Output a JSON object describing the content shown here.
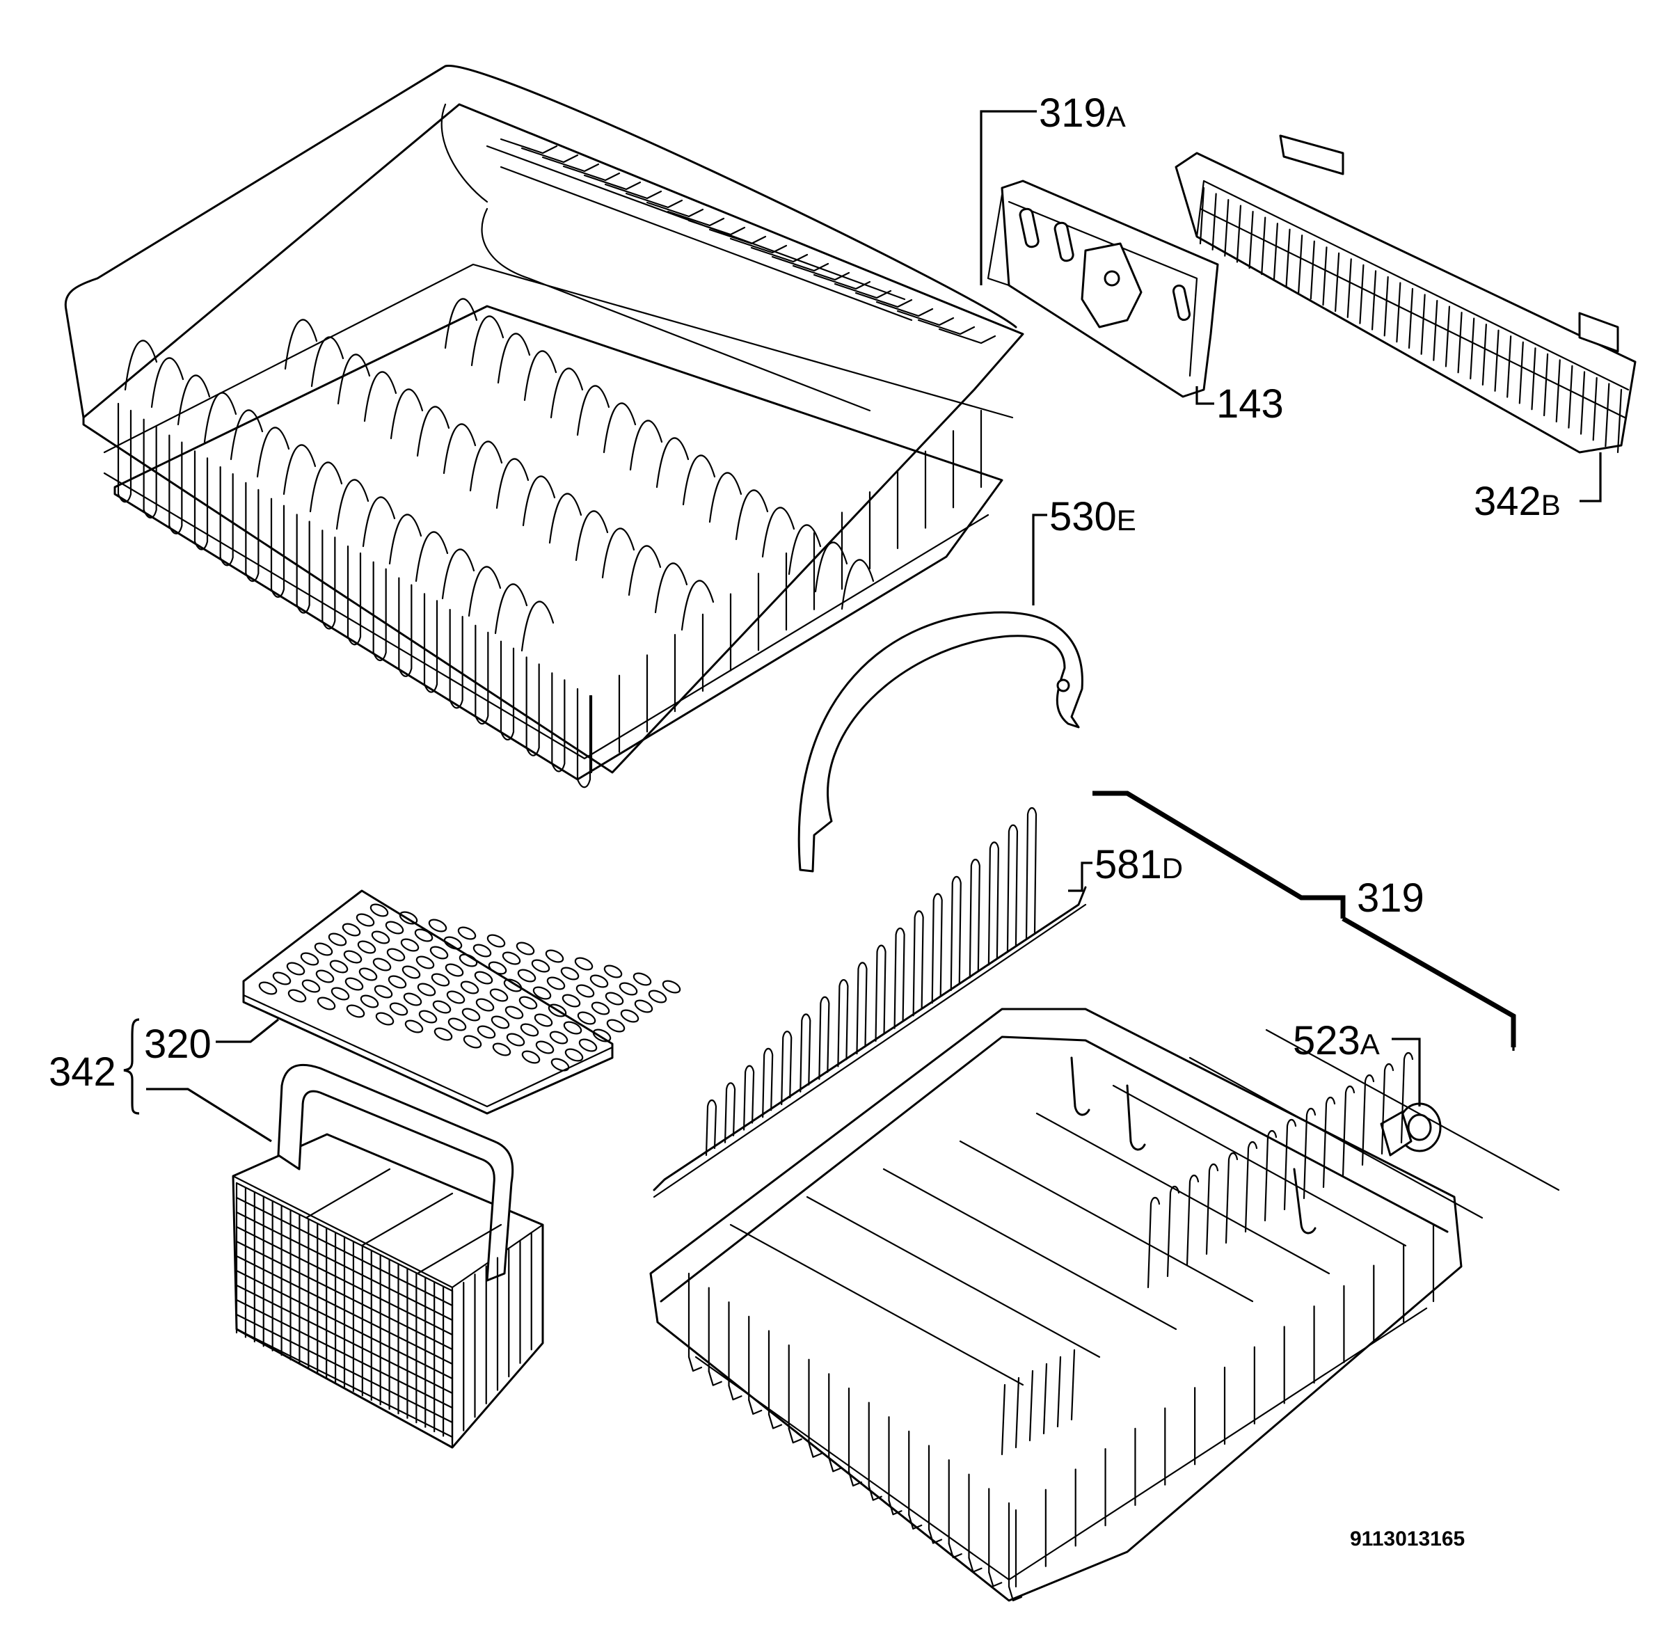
{
  "labels": {
    "p319a": {
      "num": "319",
      "sfx": "A"
    },
    "p143": {
      "num": "143"
    },
    "p342b": {
      "num": "342",
      "sfx": "B"
    },
    "p530e": {
      "num": "530",
      "sfx": "E"
    },
    "p581d": {
      "num": "581",
      "sfx": "D"
    },
    "p319": {
      "num": "319"
    },
    "p523a": {
      "num": "523",
      "sfx": "A"
    },
    "p320": {
      "num": "320"
    },
    "p342": {
      "num": "342"
    }
  },
  "document_number": "9113013165",
  "colors": {
    "ink": "#000000",
    "paper": "#ffffff"
  }
}
